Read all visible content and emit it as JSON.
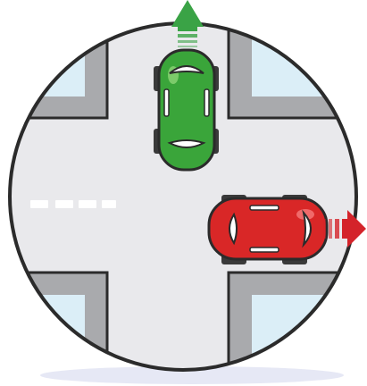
{
  "scene": {
    "subject": "intersection-diagram",
    "colors": {
      "outline": "#2b2b2b",
      "road": "#e9e9ec",
      "block": "#a9aaad",
      "window": "#dbeef7",
      "lane_mark": "#ffffff",
      "green_car": "#3aa53a",
      "green_car_light": "#7ccb6a",
      "red_car": "#d92727",
      "red_car_light": "#f06a6a",
      "tire": "#3a3a3a",
      "green_arrow": "#3aa346",
      "red_arrow": "#d4232a",
      "shadow": "#e6e8f5"
    },
    "vehicles": [
      {
        "name": "green-car",
        "heading": "north"
      },
      {
        "name": "red-car",
        "heading": "east"
      }
    ],
    "icons": [
      "arrow-up-icon",
      "arrow-right-icon"
    ]
  }
}
